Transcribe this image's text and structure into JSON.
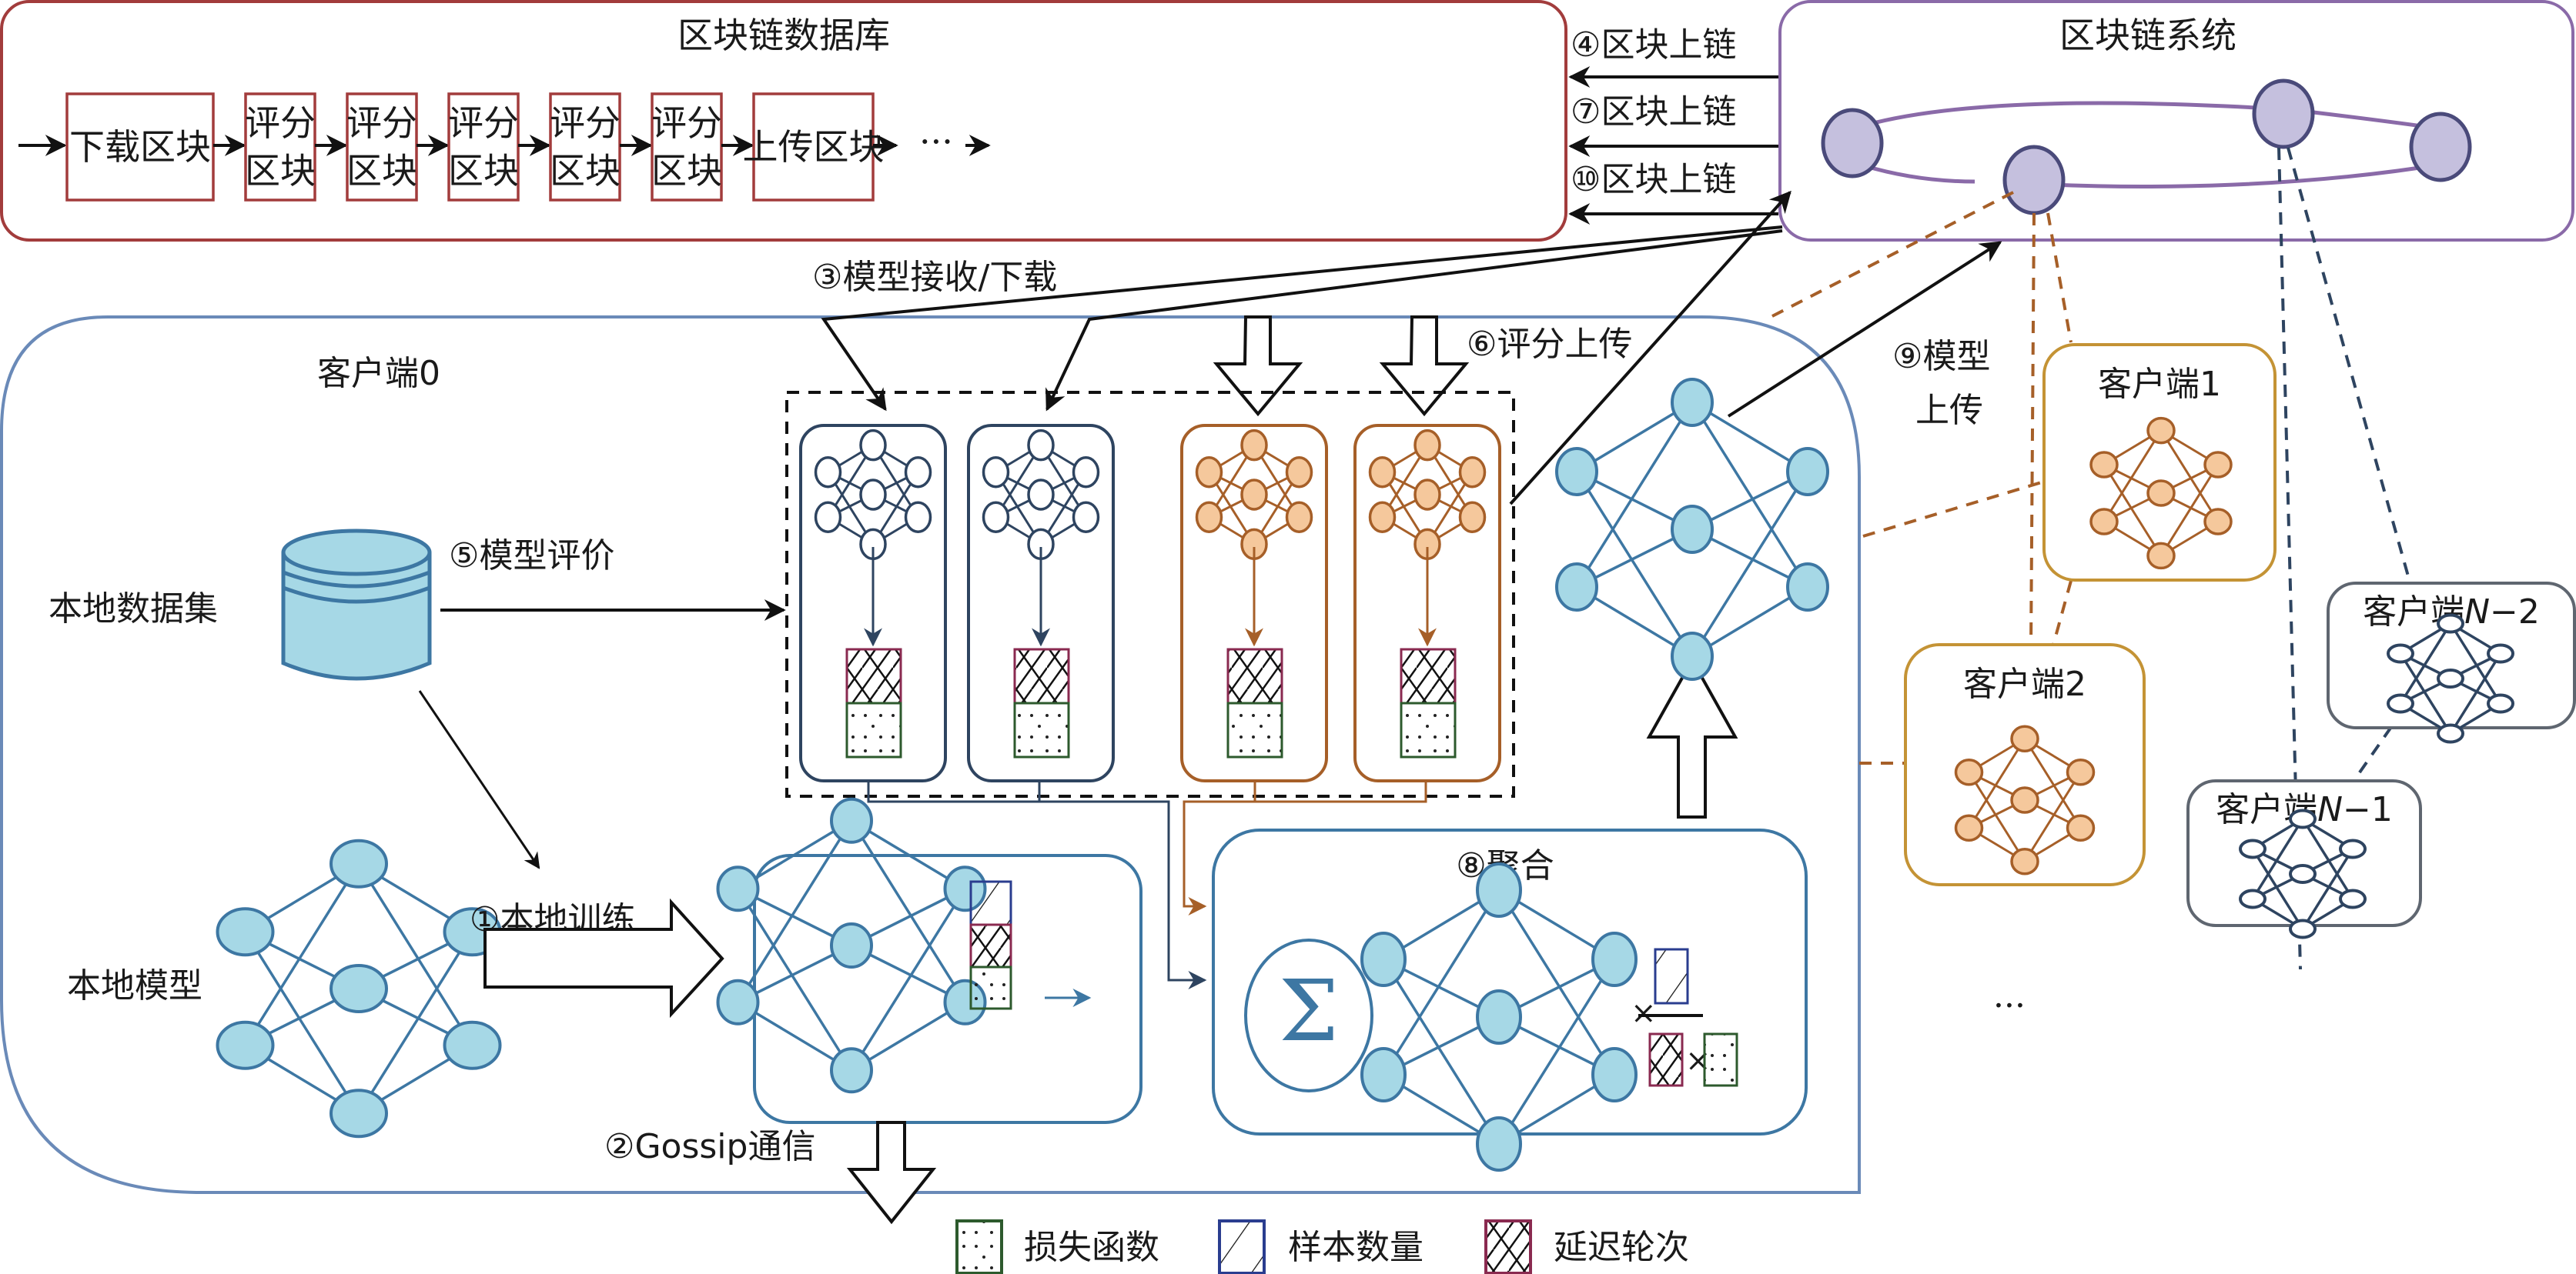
{
  "colors": {
    "db_border": "#a23c3c",
    "chain_border": "#8a6aa8",
    "chain_node_fill": "#c5c0de",
    "chain_node_stroke": "#4a4a7a",
    "client0_border": "#6a8ab8",
    "model_blue_fill": "#a6d8e6",
    "model_blue_stroke": "#3d77a3",
    "dark_navy": "#2e4460",
    "orange_fill": "#f5c89c",
    "orange_stroke": "#a65f28",
    "client12_border": "#c49335",
    "clientN_border": "#5f6670",
    "loss_green": "#2d5a2d",
    "sample_blue": "#2a3d8f",
    "delay_red": "#8a2a50"
  },
  "blockchain_db": {
    "title": "区块链数据库",
    "blocks": [
      {
        "label": "下载区块"
      },
      {
        "label": "评分\n区块"
      },
      {
        "label": "评分\n区块"
      },
      {
        "label": "评分\n区块"
      },
      {
        "label": "评分\n区块"
      },
      {
        "label": "评分\n区块"
      },
      {
        "label": "上传区块"
      }
    ],
    "trailing": "···"
  },
  "chain_links": [
    {
      "label": "④区块上链"
    },
    {
      "label": "⑦区块上链"
    },
    {
      "label": "⑩区块上链"
    }
  ],
  "blockchain_system": {
    "title": "区块链系统"
  },
  "steps": {
    "s1": "①本地训练",
    "s2": "②Gossip通信",
    "s3": "③模型接收/下载",
    "s5": "⑤模型评价",
    "s6": "⑥评分上传",
    "s8": "⑧聚合",
    "s9_line1": "⑨模型",
    "s9_line2": "上传"
  },
  "client0": {
    "title": "客户端0",
    "dataset_label": "本地数据集",
    "model_label": "本地模型"
  },
  "aggregation": {
    "sigma": "Σ",
    "times": "×"
  },
  "other_clients": [
    {
      "title": "客户端1"
    },
    {
      "title": "客户端2"
    },
    {
      "title_prefix": "客户端",
      "title_var": "N",
      "title_suffix": "−2"
    },
    {
      "title_prefix": "客户端",
      "title_var": "N",
      "title_suffix": "−1"
    }
  ],
  "ellipsis": "···",
  "legend": [
    {
      "pattern": "dots",
      "label": "损失函数"
    },
    {
      "pattern": "hatch",
      "label": "样本数量"
    },
    {
      "pattern": "cross",
      "label": "延迟轮次"
    }
  ]
}
